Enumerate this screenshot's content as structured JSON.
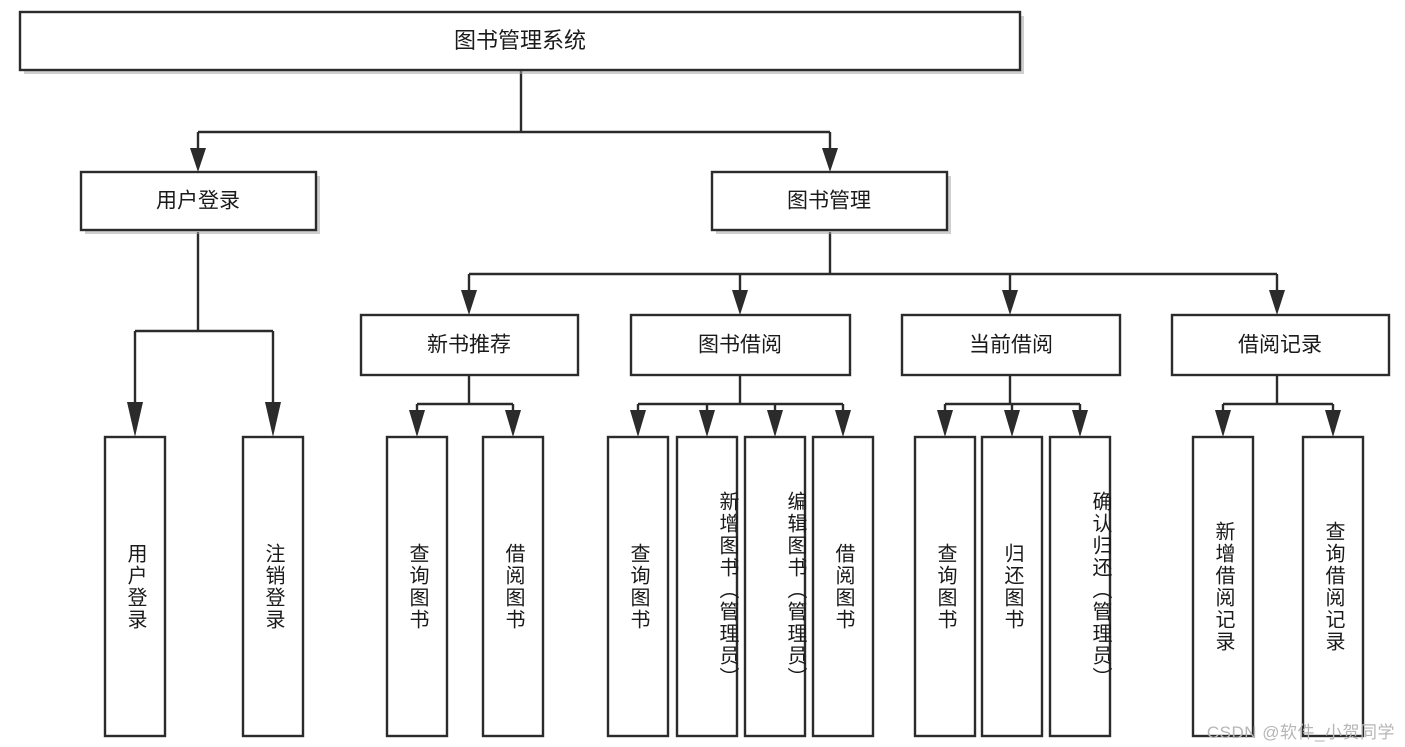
{
  "diagram": {
    "type": "hierarchy-tree",
    "title": "图书管理系统",
    "orientation": "top-down",
    "colors": {
      "stroke": "#2b2b2b",
      "fill": "#ffffff",
      "text": "#1a1a1a",
      "shadow": "#a8a8a8",
      "watermark": "#b6b6b6"
    },
    "levels": [
      {
        "level": 1,
        "nodes": [
          {
            "id": "root",
            "label": "图书管理系统",
            "orientation": "horizontal"
          }
        ]
      },
      {
        "level": 2,
        "nodes": [
          {
            "id": "user-login",
            "label": "用户登录",
            "orientation": "horizontal",
            "parent": "root"
          },
          {
            "id": "book-manage",
            "label": "图书管理",
            "orientation": "horizontal",
            "parent": "root"
          }
        ]
      },
      {
        "level": 3,
        "nodes": [
          {
            "id": "new-book-rec",
            "label": "新书推荐",
            "orientation": "horizontal",
            "parent": "book-manage"
          },
          {
            "id": "book-borrow",
            "label": "图书借阅",
            "orientation": "horizontal",
            "parent": "book-manage"
          },
          {
            "id": "current-borrow",
            "label": "当前借阅",
            "orientation": "horizontal",
            "parent": "book-manage"
          },
          {
            "id": "borrow-record",
            "label": "借阅记录",
            "orientation": "horizontal",
            "parent": "book-manage"
          }
        ]
      },
      {
        "level": 4,
        "nodes": [
          {
            "id": "leaf-user-login",
            "label": "用户登录",
            "orientation": "vertical",
            "parent": "user-login"
          },
          {
            "id": "leaf-logout",
            "label": "注销登录",
            "orientation": "vertical",
            "parent": "user-login"
          },
          {
            "id": "leaf-query-book-1",
            "label": "查询图书",
            "orientation": "vertical",
            "parent": "new-book-rec"
          },
          {
            "id": "leaf-borrow-book-1",
            "label": "借阅图书",
            "orientation": "vertical",
            "parent": "new-book-rec"
          },
          {
            "id": "leaf-query-book-2",
            "label": "查询图书",
            "orientation": "vertical",
            "parent": "book-borrow"
          },
          {
            "id": "leaf-add-book",
            "label": "新增图书（管理员）",
            "orientation": "vertical",
            "parent": "book-borrow"
          },
          {
            "id": "leaf-edit-book",
            "label": "编辑图书（管理员）",
            "orientation": "vertical",
            "parent": "book-borrow"
          },
          {
            "id": "leaf-borrow-book-2",
            "label": "借阅图书",
            "orientation": "vertical",
            "parent": "book-borrow"
          },
          {
            "id": "leaf-query-book-3",
            "label": "查询图书",
            "orientation": "vertical",
            "parent": "current-borrow"
          },
          {
            "id": "leaf-return-book",
            "label": "归还图书",
            "orientation": "vertical",
            "parent": "current-borrow"
          },
          {
            "id": "leaf-confirm-return",
            "label": "确认归还（管理员）",
            "orientation": "vertical",
            "parent": "current-borrow"
          },
          {
            "id": "leaf-add-record",
            "label": "新增借阅记录",
            "orientation": "vertical",
            "parent": "borrow-record"
          },
          {
            "id": "leaf-query-record",
            "label": "查询借阅记录",
            "orientation": "vertical",
            "parent": "borrow-record"
          }
        ]
      }
    ]
  },
  "watermark": {
    "text": "CSDN @软件_小贺同学"
  }
}
